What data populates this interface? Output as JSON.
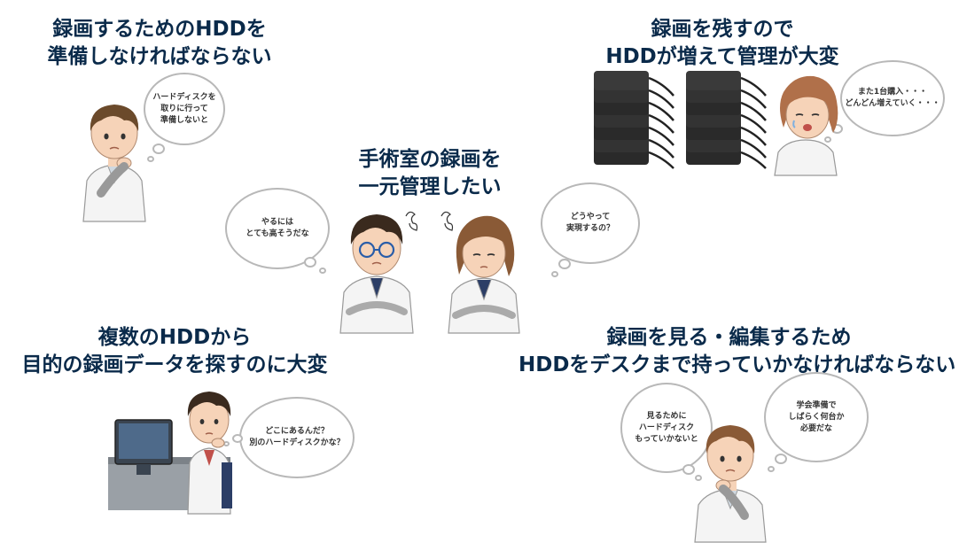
{
  "headings": {
    "top_left": [
      "録画するためのHDDを",
      "準備しなければならない"
    ],
    "top_right": [
      "録画を残すので",
      "HDDが増えて管理が大変"
    ],
    "center": [
      "手術室の録画を",
      "一元管理したい"
    ],
    "bottom_left": [
      "複数のHDDから",
      "目的の録画データを探すのに大変"
    ],
    "bottom_right": [
      "録画を見る・編集するため",
      "HDDをデスクまで持っていかなければならない"
    ]
  },
  "bubbles": {
    "tl": [
      "ハードディスクを",
      "取りに行って",
      "準備しないと"
    ],
    "tr": [
      "また1台購入・・・",
      "どんどん増えていく・・・"
    ],
    "cl": [
      "やるには",
      "とても高そうだな"
    ],
    "cr": [
      "どうやって",
      "実現するの？"
    ],
    "bl": [
      "どこにあるんだ？",
      "別のハードディスクかな？"
    ],
    "br1": [
      "見るために",
      "ハードディスク",
      "もっていかないと"
    ],
    "br2": [
      "学会準備で",
      "しばらく何台か",
      "必要だな"
    ]
  },
  "colors": {
    "heading": "#0a2a4a",
    "bubble_border": "#b8b8b8",
    "skin": "#f6d3b8",
    "hair_brown": "#6b4a2b",
    "coat": "#f4f4f4",
    "hdd": "#2a2a2a"
  }
}
